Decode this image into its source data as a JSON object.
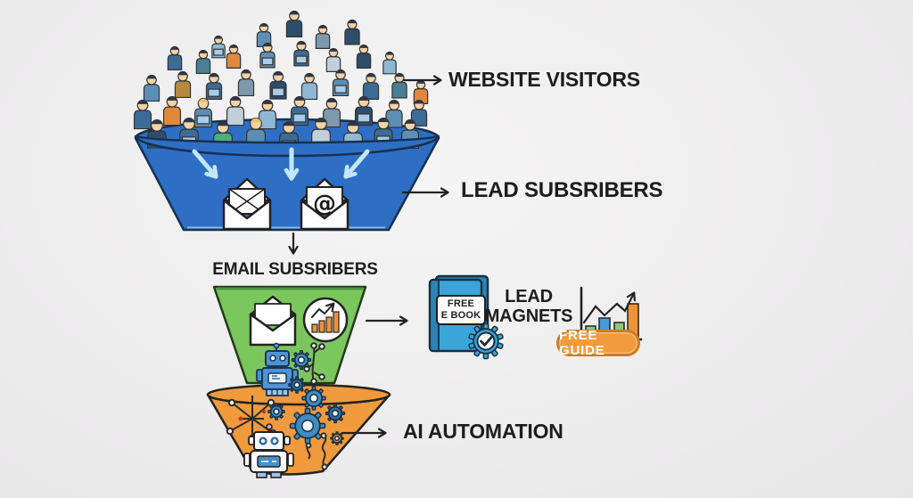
{
  "diagram": {
    "labels": {
      "website_visitors": "WEBSITE VISITORS",
      "lead_subscribers": "LEAD SUBSRIBERS",
      "email_subscribers": "EMAIL SUBSRIBERS",
      "lead_magnets": "LEAD MAGNETS",
      "ai_automation": "AI AUTOMATION"
    },
    "badge": {
      "free_guide": "FREE GUIDE"
    },
    "ebook": {
      "line1": "FREE",
      "line2": "E BOOK"
    }
  },
  "colors": {
    "background": "#eeedee",
    "funnel_blue": "#2e6ec5",
    "funnel_green": "#7cc65e",
    "funnel_orange": "#f09a3e",
    "badge_orange": "#f29b3d",
    "book_blue": "#3ba4d8",
    "text_dark": "#1d1d1d",
    "arrow_light": "#c2e7f8",
    "outline_dark": "#222222"
  },
  "icons": [
    "crowd-of-people-icon",
    "funnel-icon",
    "envelope-icon",
    "at-email-envelope-icon",
    "down-arrow-icon",
    "right-arrow-icon",
    "bar-chart-circle-icon",
    "robot-icon",
    "gears-icon",
    "circuit-icon",
    "ebook-icon",
    "check-gear-icon",
    "growth-chart-icon",
    "free-guide-badge"
  ]
}
